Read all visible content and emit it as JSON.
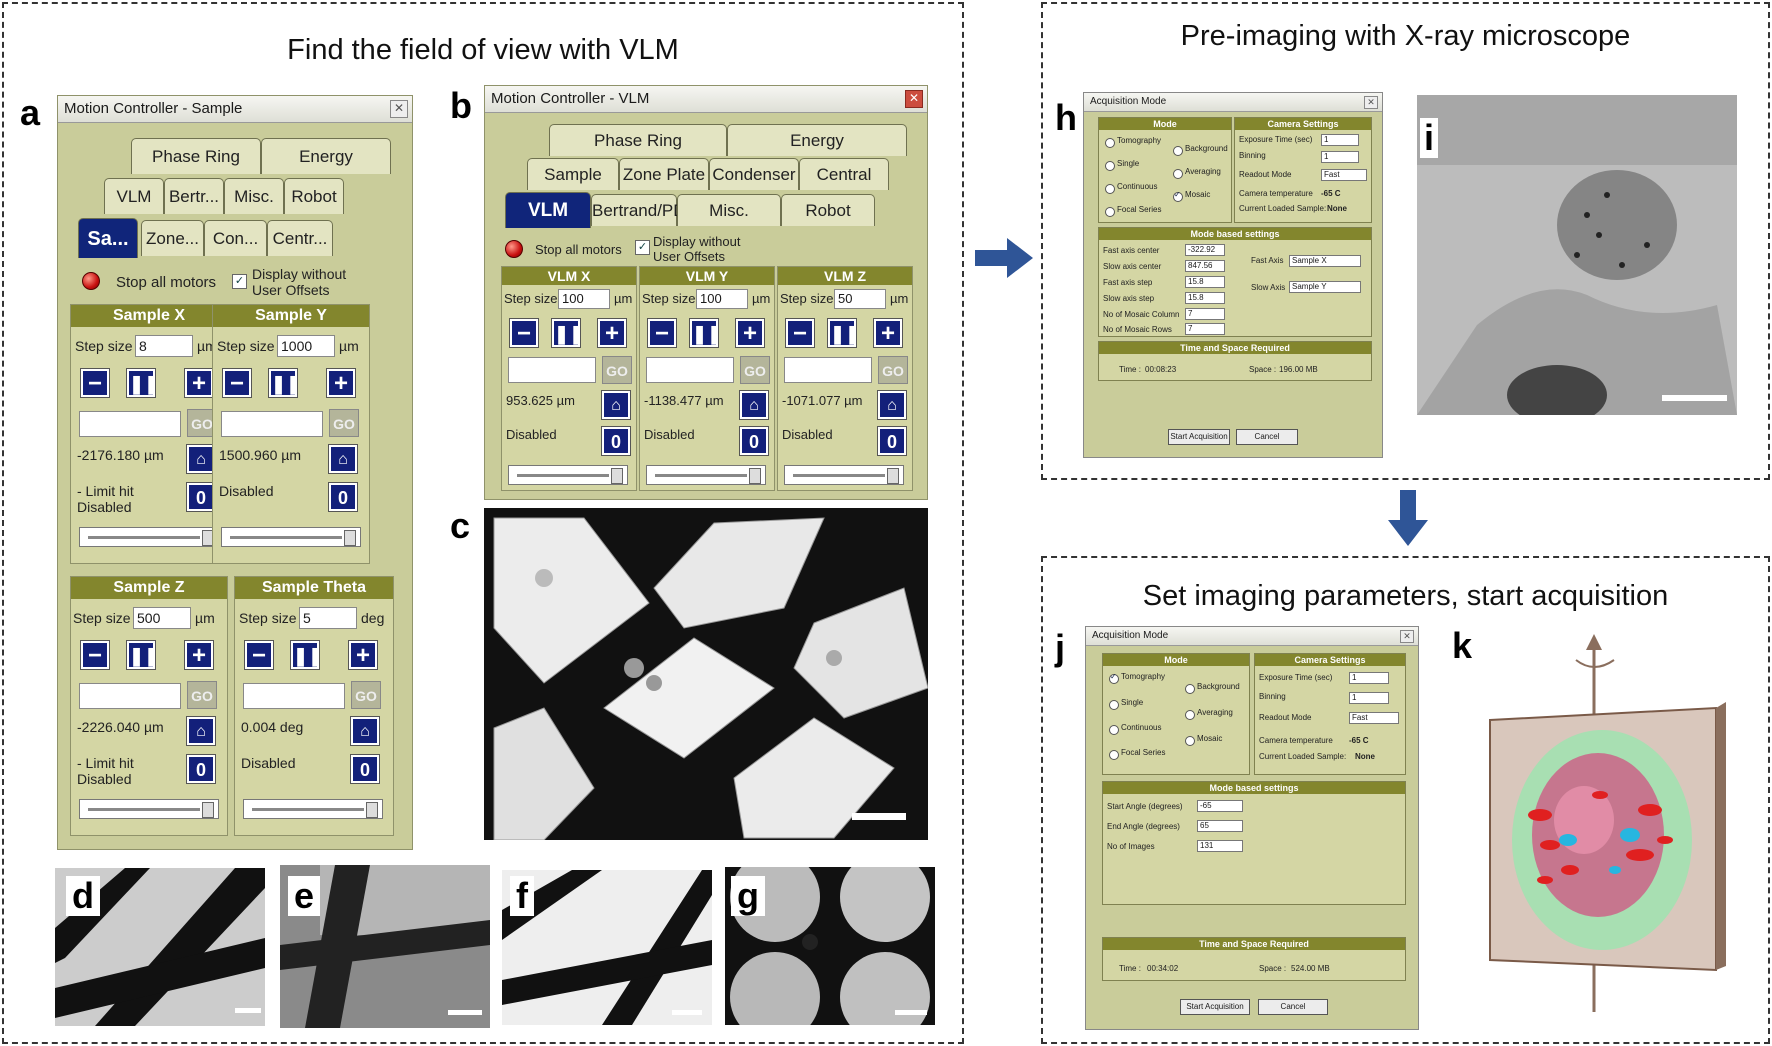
{
  "regions": {
    "vlm": {
      "title": "Find the field of view with VLM"
    },
    "xray": {
      "title": "Pre-imaging with X-ray microscope"
    },
    "acq": {
      "title": "Set imaging parameters, start acquisition"
    }
  },
  "labels": {
    "a": "a",
    "b": "b",
    "c": "c",
    "d": "d",
    "e": "e",
    "f": "f",
    "g": "g",
    "h": "h",
    "i": "i",
    "j": "j",
    "k": "k"
  },
  "sample_window": {
    "title": "Motion Controller - Sample",
    "tabs_row1": [
      "Phase Ring",
      "Energy"
    ],
    "tabs_row2": [
      "VLM",
      "Bertr...",
      "Misc.",
      "Robot"
    ],
    "tabs_row3": [
      "Sa...",
      "Zone...",
      "Con...",
      "Centr..."
    ],
    "stop_label": "Stop all motors",
    "display_label": "Display without User Offsets",
    "go": "GO",
    "panels": [
      {
        "title": "Sample X",
        "step_label": "Step size",
        "step": "8",
        "unit": "µm",
        "pos": "-2176.180 µm",
        "status": "- Limit hit Disabled"
      },
      {
        "title": "Sample Y",
        "step_label": "Step size",
        "step": "1000",
        "unit": "µm",
        "pos": "1500.960 µm",
        "status": "Disabled"
      },
      {
        "title": "Sample Z",
        "step_label": "Step size",
        "step": "500",
        "unit": "µm",
        "pos": "-2226.040 µm",
        "status": "- Limit hit Disabled"
      },
      {
        "title": "Sample Theta",
        "step_label": "Step size",
        "step": "5",
        "unit": "deg",
        "pos": "0.004 deg",
        "status": "Disabled"
      }
    ]
  },
  "vlm_window": {
    "title": "Motion Controller - VLM",
    "tabs_row1": [
      "Phase Ring",
      "Energy"
    ],
    "tabs_row2": [
      "Sample",
      "Zone Plate",
      "Condenser",
      "Central Stop"
    ],
    "tabs_row3": [
      "VLM",
      "Bertrand/PD",
      "Misc.",
      "Robot"
    ],
    "stop_label": "Stop all motors",
    "display_label": "Display without User Offsets",
    "go": "GO",
    "panels": [
      {
        "title": "VLM X",
        "step_label": "Step size",
        "step": "100",
        "unit": "µm",
        "pos": "953.625 µm",
        "status": "Disabled"
      },
      {
        "title": "VLM Y",
        "step_label": "Step size",
        "step": "100",
        "unit": "µm",
        "pos": "-1138.477 µm",
        "status": "Disabled"
      },
      {
        "title": "VLM Z",
        "step_label": "Step size",
        "step": "50",
        "unit": "µm",
        "pos": "-1071.077 µm",
        "status": "Disabled"
      }
    ]
  },
  "acq_h": {
    "title": "Acquisition Mode",
    "mode_head": "Mode",
    "modes": [
      "Tomography",
      "Single",
      "Continuous",
      "Focal Series",
      "Background",
      "Averaging",
      "Mosaic"
    ],
    "selected_mode": "Mosaic",
    "camera_head": "Camera Settings",
    "exposure_label": "Exposure Time (sec)",
    "exposure": "1",
    "binning_label": "Binning",
    "binning": "1",
    "readout_label": "Readout Mode",
    "readout": "Fast",
    "temp_label": "Camera temperature",
    "temp": "-65 C",
    "loaded_label": "Current Loaded Sample:",
    "loaded": "None",
    "mode_settings_head": "Mode based settings",
    "settings": [
      {
        "label": "Fast axis center",
        "value": "-322.92"
      },
      {
        "label": "Slow axis center",
        "value": "847.56"
      },
      {
        "label": "Fast axis step",
        "value": "15.8"
      },
      {
        "label": "Slow axis step",
        "value": "15.8"
      },
      {
        "label": "No of Mosaic Column",
        "value": "7"
      },
      {
        "label": "No of Mosaic Rows",
        "value": "7"
      }
    ],
    "fast_axis_label": "Fast Axis",
    "fast_axis": "Sample X",
    "slow_axis_label": "Slow Axis",
    "slow_axis": "Sample Y",
    "time_head": "Time and Space Required",
    "time_label": "Time :",
    "time": "00:08:23",
    "space_label": "Space :",
    "space": "196.00 MB",
    "start": "Start Acquisition",
    "cancel": "Cancel"
  },
  "acq_j": {
    "title": "Acquisition Mode",
    "mode_head": "Mode",
    "modes": [
      "Tomography",
      "Single",
      "Continuous",
      "Focal Series",
      "Background",
      "Averaging",
      "Mosaic"
    ],
    "selected_mode": "Tomography",
    "camera_head": "Camera Settings",
    "exposure_label": "Exposure Time (sec)",
    "exposure": "1",
    "binning_label": "Binning",
    "binning": "1",
    "readout_label": "Readout Mode",
    "readout": "Fast",
    "temp_label": "Camera temperature",
    "temp": "-65 C",
    "loaded_label": "Current Loaded Sample:",
    "loaded": "None",
    "mode_settings_head": "Mode based settings",
    "settings": [
      {
        "label": "Start Angle (degrees)",
        "value": "-65"
      },
      {
        "label": "End Angle (degrees)",
        "value": "65"
      },
      {
        "label": "No of Images",
        "value": "131"
      }
    ],
    "time_head": "Time and Space Required",
    "time_label": "Time :",
    "time": "00:34:02",
    "space_label": "Space :",
    "space": "524.00 MB",
    "start": "Start Acquisition",
    "cancel": "Cancel"
  },
  "colors": {
    "window_bg": "#c9cc9a",
    "panel_header": "#83862d",
    "button_blue": "#13207a",
    "arrow": "#2f5597"
  }
}
